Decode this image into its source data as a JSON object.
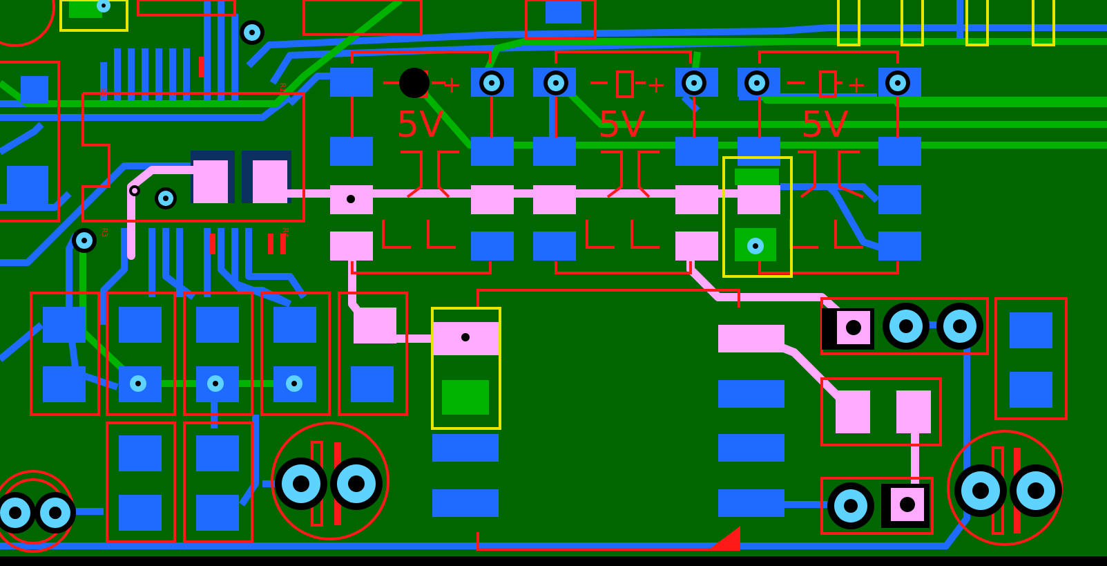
{
  "view": "pcb-layout",
  "colors": {
    "substrate": "#006600",
    "copper_blue": "#1f6bff",
    "copper_green": "#00b300",
    "selected_net": "#ffaaff",
    "silkscreen": "#ff1a1a",
    "highlight_outline": "#e6e600",
    "via_ring": "#5fd3ff",
    "drill": "#000000"
  },
  "labels": {
    "rail_1": "5V",
    "rail_2": "5V",
    "rail_3": "5V",
    "plus": "+"
  },
  "refdes": [
    "R2",
    "R1",
    "R3",
    "R4"
  ]
}
